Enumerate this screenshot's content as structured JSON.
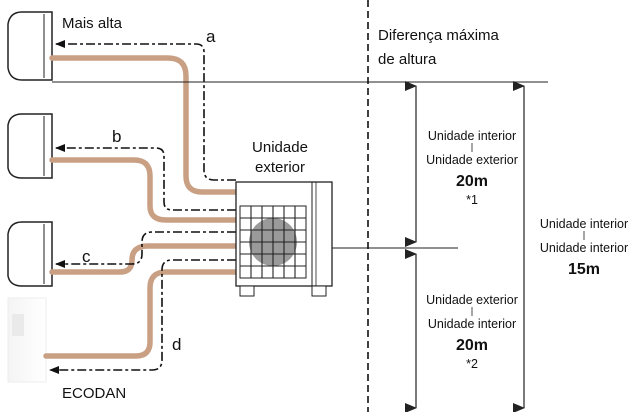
{
  "labels": {
    "highest": "Mais alta",
    "outdoor_unit_line1": "Unidade",
    "outdoor_unit_line2": "exterior",
    "max_height_line1": "Diferença máxima",
    "max_height_line2": "de altura",
    "ecodan": "ECODAN"
  },
  "route_letters": [
    "a",
    "b",
    "c",
    "d"
  ],
  "measure_upper": {
    "line1": "Unidade interior",
    "line2": "Unidade exterior",
    "value": "20m",
    "note": "*1"
  },
  "measure_lower": {
    "line1": "Unidade exterior",
    "line2": "Unidade interior",
    "value": "20m",
    "note": "*2"
  },
  "measure_total": {
    "line1": "Unidade interior",
    "line2": "Unidade interior",
    "value": "15m"
  },
  "colors": {
    "pipe": "#c9a083",
    "line": "#222222",
    "background": "#ffffff"
  }
}
